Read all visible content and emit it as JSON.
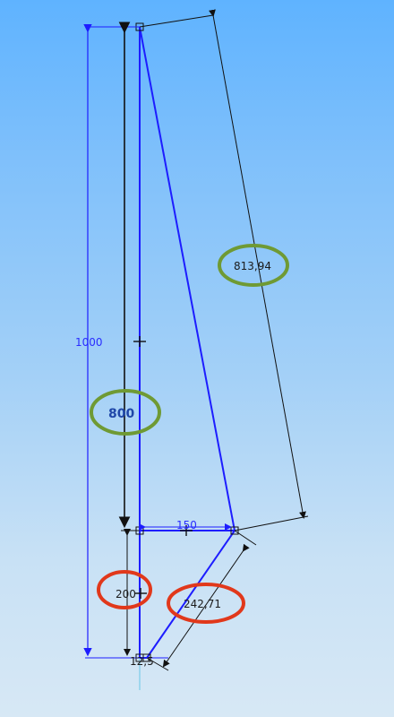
{
  "dimensions": {
    "height_total": "1000",
    "top_segment": "800",
    "sloped_edge": "813,94",
    "horizontal": "150",
    "bottom_segment": "200",
    "diagonal": "242,71",
    "small_bottom": "12,5"
  },
  "colors": {
    "background_top": "#5fb3ff",
    "background_bottom": "#d7e8f5",
    "sketch_line": "#1d1dff",
    "dimension_line": "#111111",
    "green_callout": "#6f9a34",
    "red_callout": "#e1381b"
  },
  "icons": {
    "vertex_marker": "small-square-icon",
    "midpoint_marker": "plus-icon"
  }
}
